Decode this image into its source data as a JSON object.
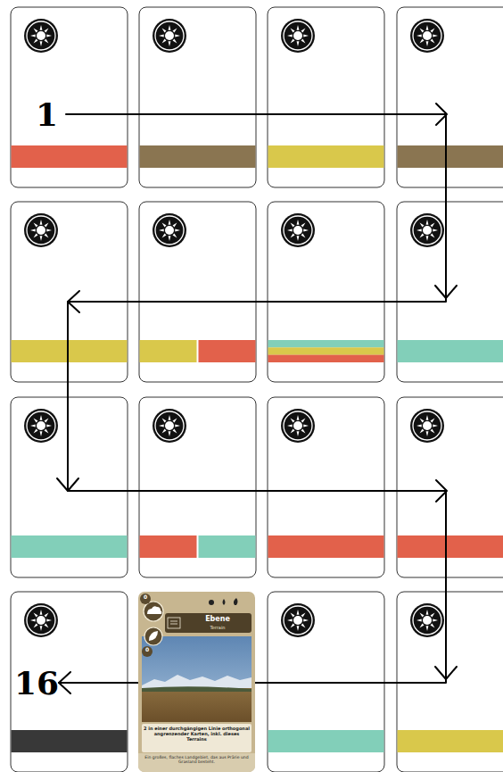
{
  "diagram": {
    "nodes": [
      {
        "text": [
          "0",
          "0",
          "Ebene",
          "Terrain",
          "2 in einer durchgängigen Linie orthogonal angrenzender Karten, inkl. dieses Terrains",
          "Ein großes, flaches Landgebiet, das aus Prärie und Grasland besteht."
        ]
      }
    ],
    "labels": [
      "1",
      "16"
    ]
  }
}
